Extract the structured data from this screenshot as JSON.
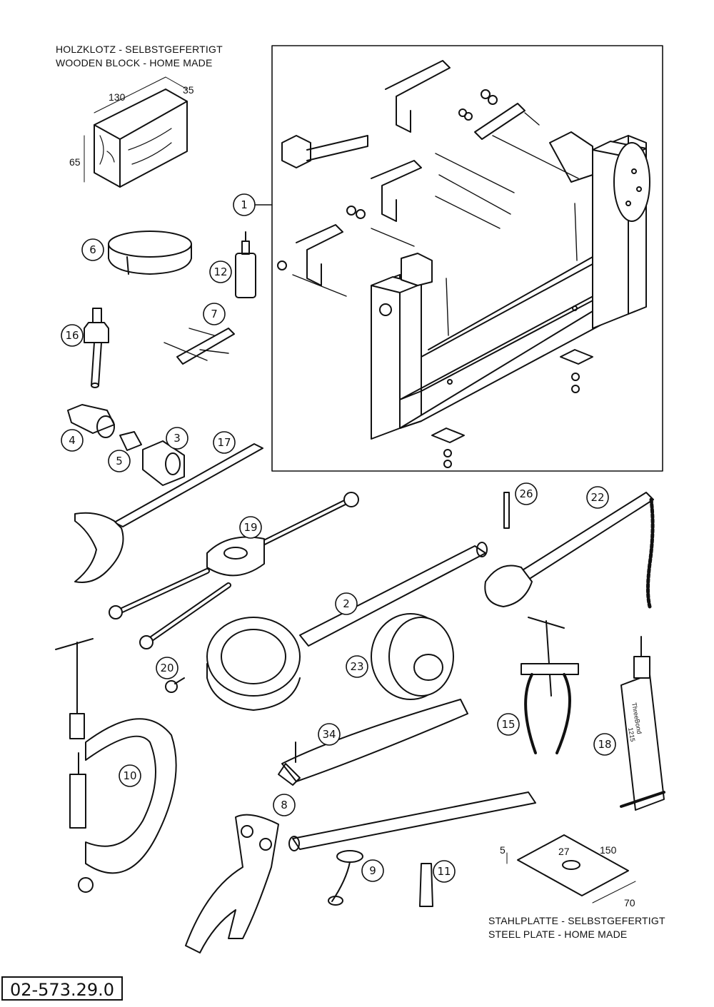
{
  "captions": {
    "wooden_block": [
      "HOLZKLOTZ - SELBSTGEFERTIGT",
      "WOODEN BLOCK - HOME MADE"
    ],
    "steel_plate": [
      "STAHLPLATTE - SELBSTGEFERTIGT",
      "STEEL PLATE - HOME MADE"
    ]
  },
  "dimensions": {
    "wooden_block": {
      "length": "130",
      "depth": "35",
      "height": "65"
    },
    "steel_plate": {
      "thickness": "5",
      "hole": "27",
      "length": "150",
      "width": "70"
    }
  },
  "callouts": [
    "1",
    "2",
    "3",
    "4",
    "5",
    "6",
    "7",
    "8",
    "9",
    "10",
    "11",
    "12",
    "15",
    "16",
    "17",
    "18",
    "19",
    "20",
    "22",
    "23",
    "26",
    "34"
  ],
  "labels": {
    "tube_brand": "ThreeBond",
    "tube_number": "1215"
  },
  "part_number": "02-573.29.0"
}
